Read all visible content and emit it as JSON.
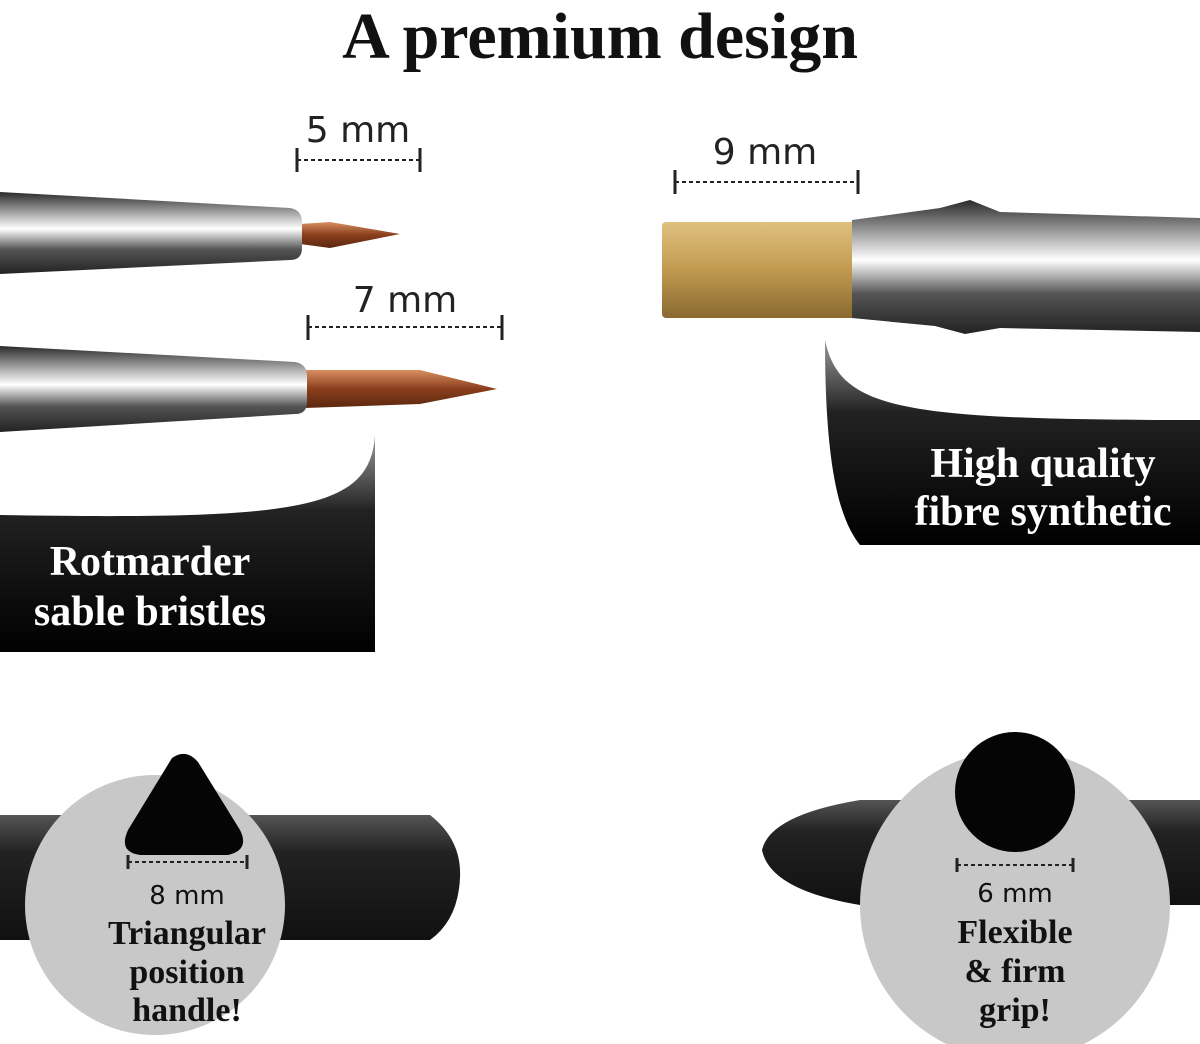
{
  "title": "A premium design",
  "brushes": {
    "small_round": {
      "size": "5 mm"
    },
    "medium_round": {
      "size": "7 mm"
    },
    "flat": {
      "size": "9 mm"
    }
  },
  "labels": {
    "left": [
      "Rotmarder",
      "sable bristles"
    ],
    "right": [
      "High quality",
      "fibre synthetic"
    ]
  },
  "handles": {
    "triangular": {
      "size": "8 mm",
      "lines": [
        "Triangular",
        "position",
        "handle!"
      ]
    },
    "round": {
      "size": "6 mm",
      "lines": [
        "Flexible",
        "& firm",
        "grip!"
      ]
    }
  },
  "colors": {
    "handle": "#3a3a3a",
    "bristle_sable": "#a0522d",
    "bristle_synthetic": "#c9a35a",
    "circle": "#c8c8c8"
  }
}
